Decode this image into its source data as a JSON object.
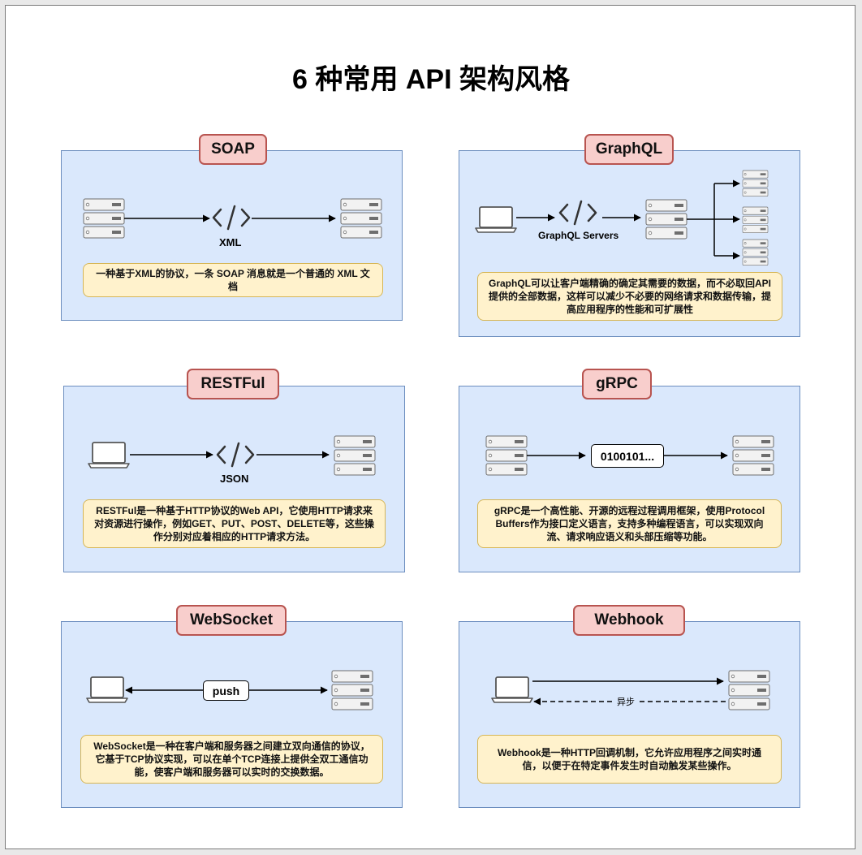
{
  "title": "6 种常用 API 架构风格",
  "panels": {
    "soap": {
      "tag": "SOAP",
      "flow_label": "XML",
      "note": "一种基于XML的协议，一条 SOAP 消息就是一个普通的 XML 文档"
    },
    "graphql": {
      "tag": "GraphQL",
      "flow_label": "GraphQL Servers",
      "note": "GraphQL可以让客户端精确的确定其需要的数据，而不必取回API提供的全部数据，这样可以减少不必要的网络请求和数据传输，提高应用程序的性能和可扩展性"
    },
    "restful": {
      "tag": "RESTFul",
      "flow_label": "JSON",
      "note": "RESTFul是一种基于HTTP协议的Web API，它使用HTTP请求来对资源进行操作，例如GET、PUT、POST、DELETE等，这些操作分别对应着相应的HTTP请求方法。"
    },
    "grpc": {
      "tag": "gRPC",
      "flow_label": "0100101...",
      "note": "gRPC是一个高性能、开源的远程过程调用框架，使用Protocol Buffers作为接口定义语言，支持多种编程语言，可以实现双向流、请求响应语义和头部压缩等功能。"
    },
    "websocket": {
      "tag": "WebSocket",
      "flow_label": "push",
      "note": "WebSocket是一种在客户端和服务器之间建立双向通信的协议，它基于TCP协议实现，可以在单个TCP连接上提供全双工通信功能，使客户端和服务器可以实时的交换数据。"
    },
    "webhook": {
      "tag": "Webhook",
      "flow_label": "异步",
      "note": "Webhook是一种HTTP回调机制，它允许应用程序之间实时通信，以便于在特定事件发生时自动触发某些操作。"
    }
  },
  "colors": {
    "panel_fill": "#dae8fc",
    "panel_border": "#6c8ebf",
    "tag_fill": "#f8cecc",
    "tag_border": "#b85450",
    "note_fill": "#fff2cc",
    "note_border": "#d6b656"
  },
  "icons": [
    "server-icon",
    "laptop-icon",
    "code-icon",
    "arrow-icon"
  ]
}
